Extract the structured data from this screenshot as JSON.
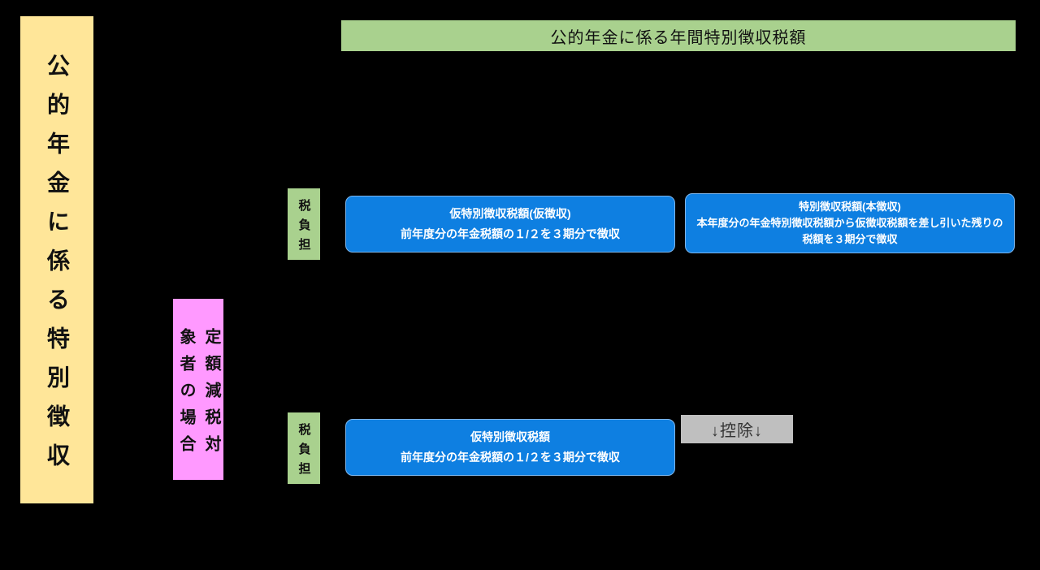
{
  "header": {
    "label": "公的年金に係る年間特別徴収税額"
  },
  "left_banner": {
    "label": "公的年金に係る特別徴収"
  },
  "pink_box": {
    "label": "定額減税対象者の場合",
    "line1": "定額減税対",
    "line2": "象者の場合"
  },
  "tax_burden_top": {
    "label": "税負担"
  },
  "tax_burden_bottom": {
    "label": "税負担"
  },
  "boxes": {
    "provisional_top": {
      "title": "仮特別徴収税額(仮徴収)",
      "desc": "前年度分の年金税額の１/２を３期分で徴収"
    },
    "main_collection": {
      "title": "特別徴収税額(本徴収)",
      "desc": "本年度分の年金特別徴収税額から仮徴収税額を差し引いた残りの税額を３期分で徴収"
    },
    "provisional_bottom": {
      "title": "仮特別徴収税額",
      "desc": "前年度分の年金税額の１/２を３期分で徴収"
    }
  },
  "deduction": {
    "label": "↓控除↓"
  },
  "colors": {
    "background": "#000000",
    "banner_yellow": "#FFE699",
    "green": "#A9D18E",
    "pink": "#FF99FF",
    "blue": "#0E7FE1",
    "gray": "#BFBFBF",
    "box_text": "#FFFFFF"
  }
}
